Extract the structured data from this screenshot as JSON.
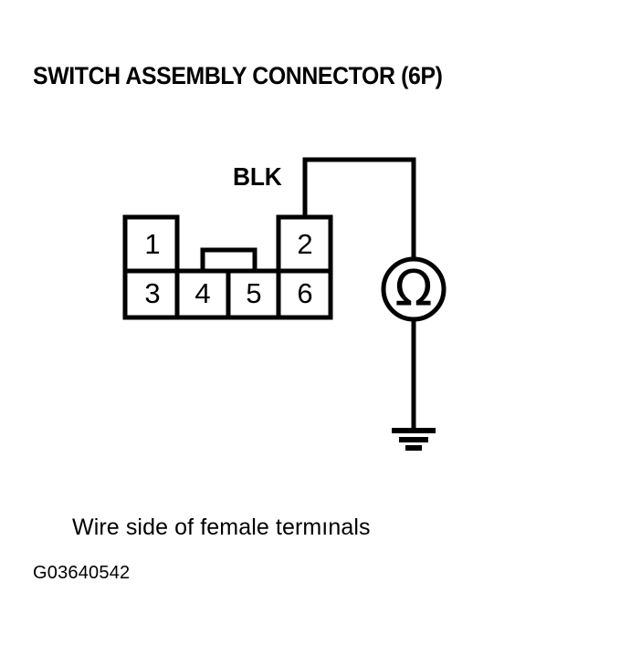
{
  "figure": {
    "title": "SWITCH ASSEMBLY CONNECTOR (6P)",
    "caption": "Wire side of female termınals",
    "code": "G03640542",
    "wire_label": "BLK",
    "meter_symbol": "Ω",
    "line_color": "#000000",
    "background_color": "#ffffff"
  },
  "connector": {
    "name": "Switch Assembly Connector",
    "pin_count": "6P",
    "top_row": [
      {
        "pin": "1"
      },
      {
        "pin": "2"
      }
    ],
    "bottom_row": [
      {
        "pin": "3"
      },
      {
        "pin": "4"
      },
      {
        "pin": "5"
      },
      {
        "pin": "6"
      }
    ]
  },
  "test_circuit": {
    "probe_wire": "BLK",
    "probe_pin": "2",
    "instrument": "ohmmeter",
    "instrument_glyph": "Ω",
    "return_path": "ground"
  }
}
